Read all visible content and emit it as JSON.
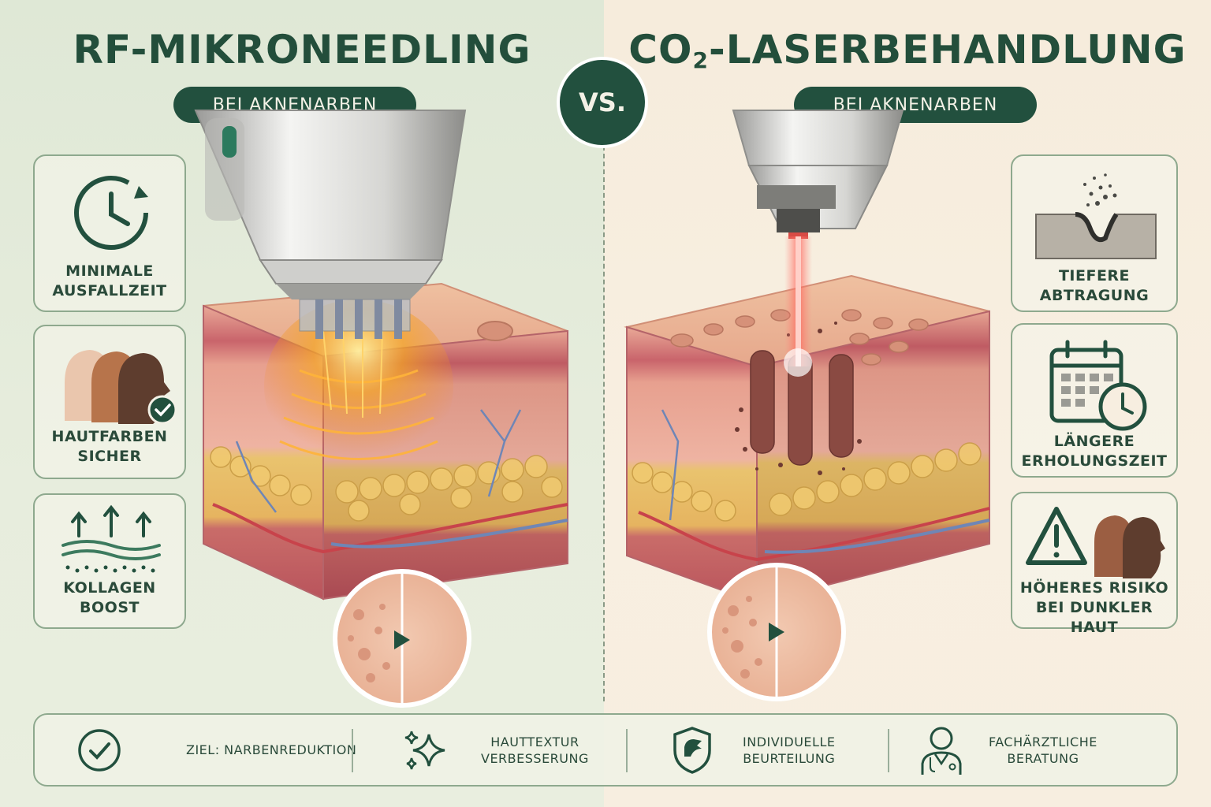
{
  "left": {
    "title": "RF-MIKRONEEDLING",
    "subtitle": "BEI AKNENARBEN",
    "cards": [
      {
        "label": "MINIMALE\nAUSFALLZEIT",
        "icon": "clock-icon"
      },
      {
        "label": "HAUTFARBEN\nSICHER",
        "icon": "skin-tones-icon"
      },
      {
        "label": "KOLLAGEN\nBOOST",
        "icon": "collagen-arrows-icon"
      }
    ]
  },
  "right": {
    "title_main": "CO",
    "title_sub": "2",
    "title_rest": "-LASERBEHANDLUNG",
    "subtitle": "BEI AKNENARBEN",
    "cards": [
      {
        "label": "TIEFERE\nABTRAGUNG",
        "icon": "ablation-icon"
      },
      {
        "label": "LÄNGERE\nERHOLUNGSZEIT",
        "icon": "calendar-clock-icon"
      },
      {
        "label": "HÖHERES RISIKO\nBEI DUNKLER HAUT",
        "icon": "warning-faces-icon"
      }
    ]
  },
  "vs_label": "VS.",
  "bottom": [
    {
      "label": "ZIEL:  NARBENREDUKTION",
      "icon": "check-circle-icon"
    },
    {
      "label": "HAUTTEXTUR\nVERBESSERUNG",
      "icon": "sparkle-icon"
    },
    {
      "label": "INDIVIDUELLE\nBEURTEILUNG",
      "icon": "shield-icon"
    },
    {
      "label": "FACHÄRZTLICHE\nBERATUNG",
      "icon": "doctor-icon"
    }
  ],
  "colors": {
    "primary": "#22503e",
    "left_bg": "#e3ead9",
    "right_bg": "#f7eee0",
    "skin": "#e8a98f",
    "fat": "#e8c06a",
    "rf_glow": "#f5a623",
    "laser": "#ff6b5e"
  }
}
